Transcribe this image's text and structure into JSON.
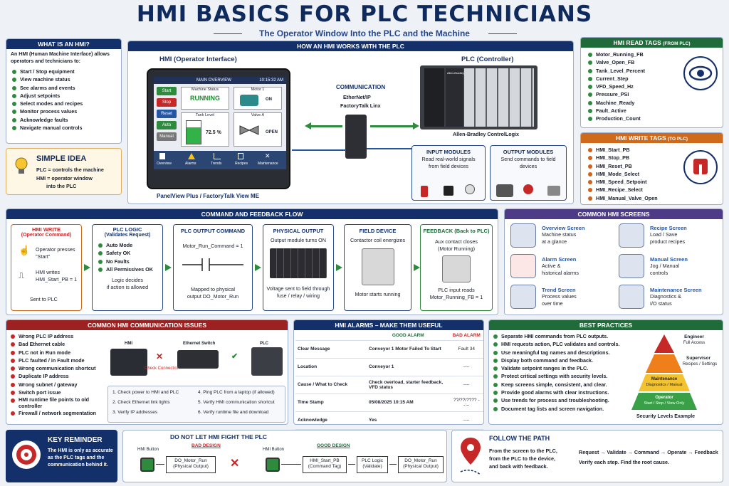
{
  "title": "HMI BASICS FOR PLC TECHNICIANS",
  "subtitle": "The Operator Window Into the PLC and the Machine",
  "what": {
    "header": "WHAT IS AN HMI?",
    "intro": "An HMI (Human Machine Interface) allows operators and technicians to:",
    "items": [
      "Start / Stop equipment",
      "View machine status",
      "See alarms and events",
      "Adjust setpoints",
      "Select modes and recipes",
      "Monitor process values",
      "Acknowledge faults",
      "Navigate manual controls"
    ]
  },
  "simple": {
    "title": "SIMPLE IDEA",
    "line1": "PLC = controls the machine",
    "line2": "HMI = operator window",
    "line3": "into the PLC"
  },
  "how": {
    "header": "HOW AN HMI WORKS WITH THE PLC",
    "hmi_title": "HMI (Operator Interface)",
    "plc_title": "PLC (Controller)",
    "comm_title": "COMMUNICATION",
    "comm_1": "EtherNet/IP",
    "comm_2": "FactoryTalk Linx",
    "panel_name": "PanelView Plus / FactoryTalk View ME",
    "plc_name": "Allen-Bradley ControlLogix",
    "brand": "Allen-Bradley",
    "screen": {
      "title": "MAIN OVERVIEW",
      "time": "10:15:32 AM",
      "btns": [
        "Start",
        "Stop",
        "Reset",
        "Auto",
        "Manual"
      ],
      "status_label": "Machine Status",
      "status": "RUNNING",
      "motor": "Motor 1",
      "motor_state": "ON",
      "tank": "Tank Level",
      "tank_val": "72.5 %",
      "tank_level": 0.725,
      "valve": "Valve A",
      "valve_state": "OPEN",
      "nav": [
        "Overview",
        "Alarms",
        "Trends",
        "Recipes",
        "Maintenance"
      ]
    },
    "input_title": "INPUT MODULES",
    "input_desc": "Read real-world signals from field devices",
    "output_title": "OUTPUT MODULES",
    "output_desc": "Send commands to field devices"
  },
  "read": {
    "header": "HMI READ TAGS",
    "sub": "(FROM PLC)",
    "items": [
      "Motor_Running_FB",
      "Valve_Open_FB",
      "Tank_Level_Percent",
      "Current_Step",
      "VFD_Speed_Hz",
      "Pressure_PSI",
      "Machine_Ready",
      "Fault_Active",
      "Production_Count"
    ]
  },
  "write": {
    "header": "HMI WRITE TAGS",
    "sub": "(TO PLC)",
    "items": [
      "HMI_Start_PB",
      "HMI_Stop_PB",
      "HMI_Reset_PB",
      "HMI_Mode_Select",
      "HMI_Speed_Setpoint",
      "HMI_Recipe_Select",
      "HMI_Manual_Valve_Open"
    ]
  },
  "flow": {
    "header": "COMMAND AND FEEDBACK FLOW",
    "s1": {
      "t1": "HMI WRITE",
      "t2": "(Operator Command)",
      "a": "Operator presses",
      "b": "\"Start\"",
      "c": "HMI writes",
      "d": "HMI_Start_PB = 1",
      "e": "Sent to PLC"
    },
    "s2": {
      "t1": "PLC LOGIC",
      "t2": "(Validates Request)",
      "items": [
        "Auto Mode",
        "Safety OK",
        "No Faults",
        "All Permissives OK"
      ],
      "f1": "Logic decides",
      "f2": "if action is allowed"
    },
    "s3": {
      "t1": "PLC OUTPUT COMMAND",
      "a": "Motor_Run_Command = 1",
      "b": "Mapped to physical",
      "c": "output DO_Motor_Run"
    },
    "s4": {
      "t1": "PHYSICAL OUTPUT",
      "a": "Output module turns ON",
      "b": "Voltage sent to field through",
      "c": "fuse / relay / wiring"
    },
    "s5": {
      "t1": "FIELD DEVICE",
      "a": "Contactor coil energizes",
      "b": "Motor starts running"
    },
    "s6": {
      "t1": "FEEDBACK (Back to PLC)",
      "a": "Aux contact closes",
      "b": "(Motor Running)",
      "c": "PLC input reads",
      "d": "Motor_Running_FB = 1"
    }
  },
  "screens": {
    "header": "COMMON HMI SCREENS",
    "items": [
      {
        "t": "Overview Screen",
        "a": "Machine status",
        "b": "at a glance"
      },
      {
        "t": "Recipe Screen",
        "a": "Load / Save",
        "b": "product recipes"
      },
      {
        "t": "Alarm Screen",
        "a": "Active &",
        "b": "historical alarms"
      },
      {
        "t": "Manual Screen",
        "a": "Jog / Manual",
        "b": "controls"
      },
      {
        "t": "Trend Screen",
        "a": "Process values",
        "b": "over time"
      },
      {
        "t": "Maintenance Screen",
        "a": "Diagnostics &",
        "b": "I/O status"
      }
    ]
  },
  "issues": {
    "header": "COMMON HMI COMMUNICATION ISSUES",
    "items": [
      "Wrong PLC IP address",
      "Bad Ethernet cable",
      "PLC not in Run mode",
      "PLC faulted / in Fault mode",
      "Wrong communication shortcut",
      "Duplicate IP address",
      "Wrong subnet / gateway",
      "Switch port issue",
      "HMI runtime file points to old controller",
      "Firewall / network segmentation"
    ],
    "lbl_hmi": "HMI",
    "lbl_switch": "Ethernet Switch",
    "lbl_plc": "PLC",
    "lbl_check": "Check Connection",
    "steps": [
      "1. Check power to HMI and PLC",
      "2. Check Ethernet link lights",
      "3. Verify IP addresses",
      "4. Ping PLC from a laptop (if allowed)",
      "5. Verify HMI communication shortcut",
      "6. Verify runtime file and download"
    ]
  },
  "alarms": {
    "header": "HMI ALARMS – MAKE THEM USEFUL",
    "good": "GOOD ALARM",
    "bad": "BAD ALARM",
    "rows": [
      {
        "k": "Clear Message",
        "g": "Conveyor 1 Motor Failed To Start",
        "b": "Fault 34"
      },
      {
        "k": "Location",
        "g": "Conveyor 1",
        "b": "----"
      },
      {
        "k": "Cause / What to Check",
        "g": "Check overload, starter feedback, VFD status",
        "b": "----"
      },
      {
        "k": "Time Stamp",
        "g": "05/08/2025 10:15 AM",
        "b": "??/??/???? --:--"
      },
      {
        "k": "Acknowledge",
        "g": "Yes",
        "b": "----"
      }
    ]
  },
  "best": {
    "header": "BEST PRACTICES",
    "items": [
      "Separate HMI commands from PLC outputs.",
      "HMI requests action, PLC validates and controls.",
      "Use meaningful tag names and descriptions.",
      "Display both command and feedback.",
      "Validate setpoint ranges in the PLC.",
      "Protect critical settings with security levels.",
      "Keep screens simple, consistent, and clear.",
      "Provide good alarms with clear instructions.",
      "Use trends for process and troubleshooting.",
      "Document tag lists and screen navigation."
    ],
    "pyramid": [
      {
        "t": "Engineer",
        "s": "Full Access"
      },
      {
        "t": "Supervisor",
        "s": "Recipes / Settings"
      },
      {
        "t": "Maintenance",
        "s": "Diagnostics / Manual"
      },
      {
        "t": "Operator",
        "s": "Start / Stop / View Only"
      }
    ],
    "caption": "Security Levels Example"
  },
  "key": {
    "title": "KEY REMINDER",
    "text": "The HMI is only as accurate as the PLC tags and the communication behind it."
  },
  "fight": {
    "header": "DO NOT LET HMI FIGHT THE PLC",
    "bad": "BAD DESIGN",
    "good": "GOOD DESIGN",
    "btn": "HMI Button",
    "bad_box": "DO_Motor_Run",
    "bad_box_sub": "(Physical Output)",
    "g1": "HMI_Start_PB",
    "g1s": "(Command Tag)",
    "g2": "PLC Logic",
    "g2s": "(Validate)",
    "g3": "DO_Motor_Run",
    "g3s": "(Physical Output)"
  },
  "path": {
    "title": "FOLLOW THE PATH",
    "a": "From the screen to the PLC,",
    "b": "from the PLC to the device,",
    "c": "and back with feedback.",
    "flow": "Request → Validate → Command → Operate → Feedback",
    "d": "Verify each step. Find the root cause."
  },
  "colors": {
    "navy": "#14306a",
    "green": "#1f6b3a",
    "orange": "#cf6a1c",
    "purple": "#4d3b87",
    "red": "#9e2121"
  }
}
